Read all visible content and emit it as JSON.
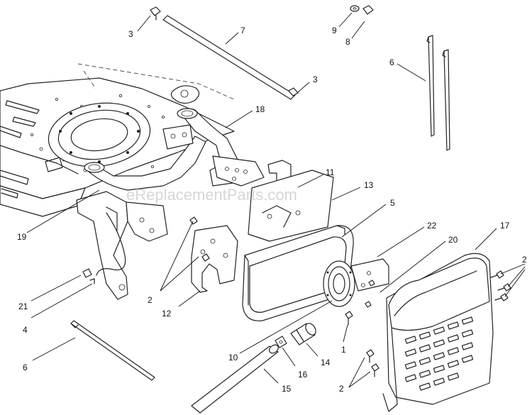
{
  "watermark": "eReplacementParts.com",
  "labels": {
    "l3a": "3",
    "l7": "7",
    "l9": "9",
    "l8": "8",
    "l6a": "6",
    "l3b": "3",
    "l18": "18",
    "l11": "11",
    "l13": "13",
    "l5": "5",
    "l19": "19",
    "l22": "22",
    "l17": "17",
    "l20": "20",
    "l2a": "2",
    "l2b": "2",
    "l12": "12",
    "l21": "21",
    "l4": "4",
    "l1": "1",
    "l14": "14",
    "l10": "10",
    "l16": "16",
    "l6b": "6",
    "l15": "15",
    "l2c": "2"
  }
}
